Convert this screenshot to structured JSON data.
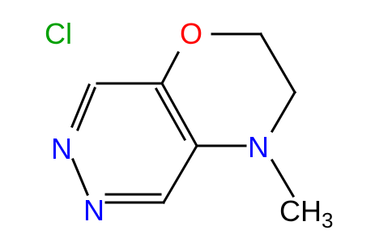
{
  "molecule": {
    "atoms": {
      "chlorine": {
        "symbol": "Cl",
        "color": "#00a000"
      },
      "oxygen": {
        "symbol": "O",
        "color": "#ff0000"
      },
      "nitrogen_ring": {
        "symbol": "N",
        "color": "#0000ff"
      },
      "nitrogen_pyridazine_upper": {
        "symbol": "N",
        "color": "#0000ff"
      },
      "nitrogen_pyridazine_lower": {
        "symbol": "N",
        "color": "#0000ff"
      },
      "methyl": {
        "symbol": "CH",
        "subscript": "3",
        "color": "#000000"
      }
    },
    "bond_color": "#000000"
  }
}
